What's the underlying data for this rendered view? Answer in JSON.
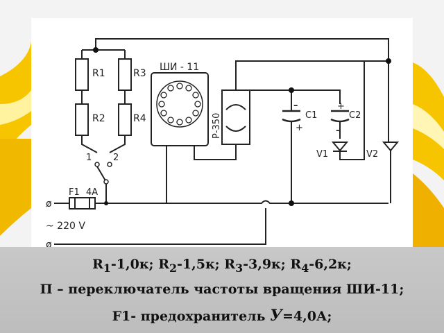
{
  "diagram": {
    "resistors": [
      "R1",
      "R2",
      "R3",
      "R4"
    ],
    "switch_positions": [
      "1",
      "2"
    ],
    "fuse_label": "F1",
    "fuse_rating": "4A",
    "supply_label": "~ 220 V",
    "motor_label": "ШИ - 11",
    "relay_label": "Р-350",
    "capacitors": [
      "C1",
      "C2"
    ],
    "diodes": [
      "V1",
      "V2"
    ],
    "cap_polarity": {
      "minus": "–",
      "plus": "+"
    }
  },
  "caption": {
    "line1": {
      "r1": "R",
      "r1_sub": "1",
      "r1_val": "-1,0к; ",
      "r2": "R",
      "r2_sub": "2",
      "r2_val": "-1,5к; ",
      "r3": "R",
      "r3_sub": "3",
      "r3_val": "-3,9к; ",
      "r4": "R",
      "r4_sub": "4",
      "r4_val": "-6,2к;"
    },
    "line2": "П – переключатель частоты вращения ШИ-11;",
    "line3_a": "F1- предохранитель ",
    "line3_b": "У",
    "line3_c": "=4,0А;"
  }
}
